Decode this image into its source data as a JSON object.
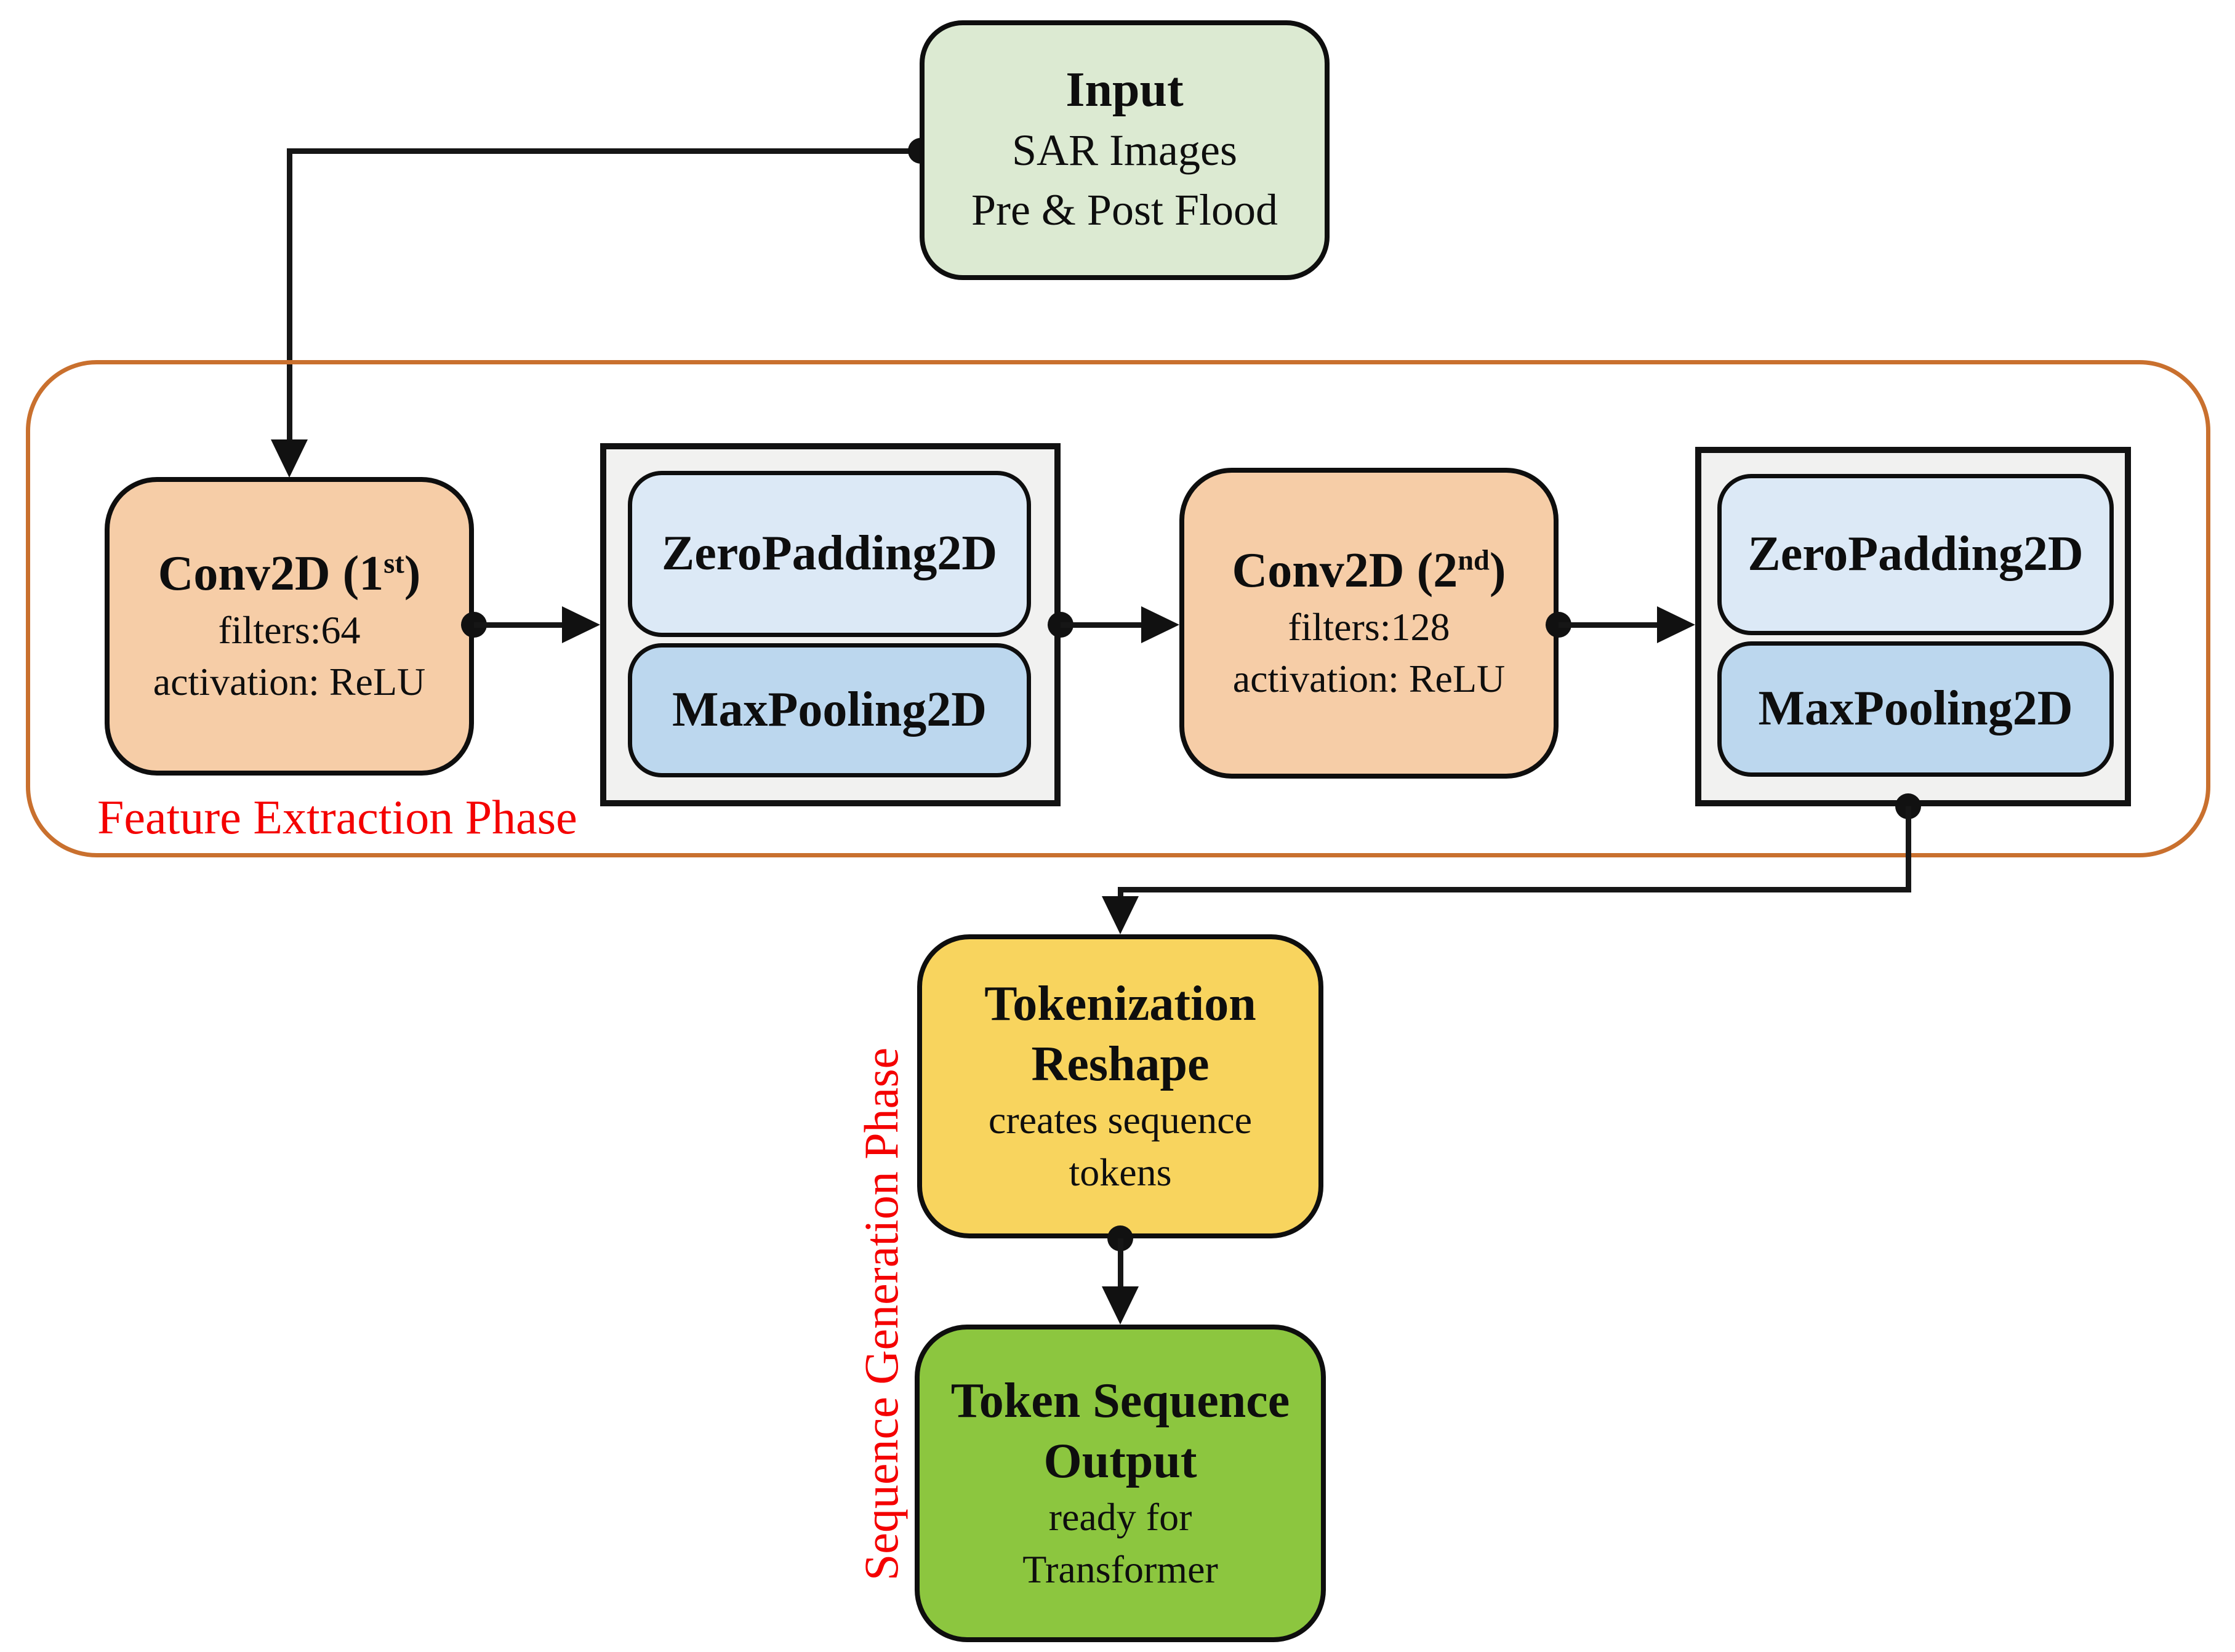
{
  "diagram": {
    "description": "CNN feature extraction and sequence generation flowchart"
  },
  "nodes": {
    "input": {
      "title": "Input",
      "line1": "SAR Images",
      "line2": "Pre & Post Flood"
    },
    "conv1": {
      "title_prefix": "Conv2D (1",
      "title_sup": "st",
      "title_suffix": ")",
      "filters": "filters:64",
      "activation": "activation: ReLU"
    },
    "group1": {
      "zeropadding": "ZeroPadding2D",
      "maxpooling": "MaxPooling2D"
    },
    "conv2": {
      "title_prefix": "Conv2D (2",
      "title_sup": "nd",
      "title_suffix": ")",
      "filters": "filters:128",
      "activation": "activation: ReLU"
    },
    "group2": {
      "zeropadding": "ZeroPadding2D",
      "maxpooling": "MaxPooling2D"
    },
    "tokenization": {
      "title1": "Tokenization",
      "title2": "Reshape",
      "sub1": "creates sequence",
      "sub2": "tokens"
    },
    "output": {
      "title1": "Token Sequence",
      "title2": "Output",
      "sub1": "ready for",
      "sub2": "Transformer"
    }
  },
  "phases": {
    "feature_extraction": "Feature Extraction Phase",
    "sequence_generation": "Sequence Generation Phase"
  },
  "colors": {
    "input_fill": "#dcead2",
    "conv_fill": "#f6cda7",
    "group_fill": "#f1f1f0",
    "zeropadding_fill": "#dce9f6",
    "maxpooling_fill": "#bcd7ee",
    "tokenization_fill": "#f8d45e",
    "output_fill": "#8cc63f",
    "phase_border": "#c9702e",
    "phase_text": "#f40000",
    "line": "#161616",
    "box_border": "#0e0e0e",
    "background": "#ffffff"
  }
}
